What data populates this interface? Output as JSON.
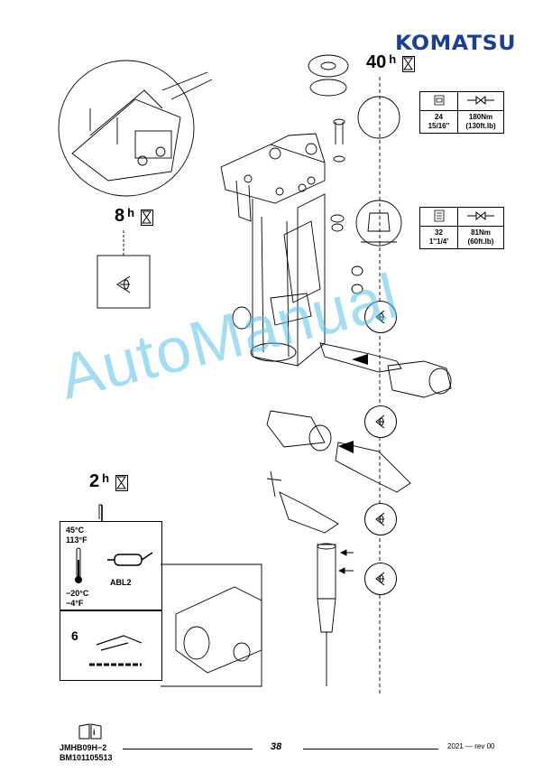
{
  "header": {
    "brand": "KOMATSU"
  },
  "intervals": {
    "top": "40",
    "left": "8",
    "grease": "2",
    "unit": "h"
  },
  "torque_table_1": {
    "size_mm": "24",
    "torque_nm": "180Nm",
    "size_in": "15/16''",
    "torque_ftlb": "(130ft.lb)"
  },
  "torque_table_2": {
    "size_mm": "32",
    "torque_nm": "81Nm",
    "size_in": "1''1/4'",
    "torque_ftlb": "(60ft.lb)"
  },
  "temperature": {
    "high_c": "45°C",
    "high_f": "113°F",
    "low_c": "−20°C",
    "low_f": "−4°F",
    "grease_type": "ABL2"
  },
  "grease_strokes": "6",
  "footer": {
    "code1": "JMHB09H−2",
    "code2": "BM101105513",
    "page": "38",
    "revision": "2021 — rev 00"
  },
  "watermark": "AutoManual",
  "icons": [
    "hourglass-icon",
    "eye-inspect-icon",
    "wrench-torque-icon",
    "grease-gun-icon",
    "thermometer-icon",
    "book-info-icon"
  ]
}
